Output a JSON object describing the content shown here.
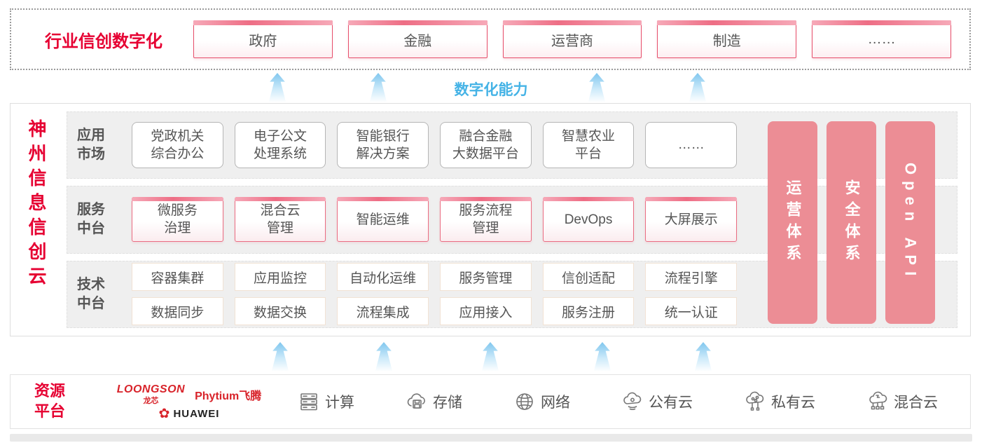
{
  "colors": {
    "accent_red": "#e60032",
    "pink_bar": "#ec8d95",
    "pink_border": "#e64f6b",
    "capability_blue": "#45b3e6",
    "text_gray": "#555555"
  },
  "top": {
    "title": "行业信创数字化",
    "sectors": [
      {
        "label": "政府"
      },
      {
        "label": "金融"
      },
      {
        "label": "运营商"
      },
      {
        "label": "制造"
      },
      {
        "label": "……"
      }
    ]
  },
  "capability": {
    "label": "数字化能力"
  },
  "platform": {
    "title": "神州信息信创云",
    "rows": [
      {
        "label_l1": "应用",
        "label_l2": "市场",
        "items": [
          [
            "党政机关",
            "综合办公"
          ],
          [
            "电子公文",
            "处理系统"
          ],
          [
            "智能银行",
            "解决方案"
          ],
          [
            "融合金融",
            "大数据平台"
          ],
          [
            "智慧农业",
            "平台"
          ],
          [
            "……",
            ""
          ]
        ]
      },
      {
        "label_l1": "服务",
        "label_l2": "中台",
        "items": [
          [
            "微服务",
            "治理"
          ],
          [
            "混合云",
            "管理"
          ],
          [
            "智能运维",
            ""
          ],
          [
            "服务流程",
            "管理"
          ],
          [
            "DevOps",
            ""
          ],
          [
            "大屏展示",
            ""
          ]
        ]
      },
      {
        "label_l1": "技术",
        "label_l2": "中台",
        "grid": [
          [
            "容器集群",
            "应用监控",
            "自动化运维",
            "服务管理",
            "信创适配",
            "流程引擎"
          ],
          [
            "数据同步",
            "数据交换",
            "流程集成",
            "应用接入",
            "服务注册",
            "统一认证"
          ]
        ]
      }
    ],
    "side_bars": [
      {
        "label": "运营体系"
      },
      {
        "label": "安全体系"
      },
      {
        "label": "Open API"
      }
    ]
  },
  "resources": {
    "title_l1": "资源",
    "title_l2": "平台",
    "vendors": {
      "loongson_en": "LOONGSON",
      "loongson_cn": "龙芯",
      "phytium": "Phytium飞腾",
      "huawei": "HUAWEI",
      "huawei_flower": "✿"
    },
    "items": [
      {
        "label": "计算",
        "icon": "compute-server-icon"
      },
      {
        "label": "存储",
        "icon": "storage-cloud-icon"
      },
      {
        "label": "网络",
        "icon": "network-globe-icon"
      },
      {
        "label": "公有云",
        "icon": "public-cloud-icon"
      },
      {
        "label": "私有云",
        "icon": "private-cloud-icon"
      },
      {
        "label": "混合云",
        "icon": "hybrid-cloud-icon"
      }
    ]
  }
}
